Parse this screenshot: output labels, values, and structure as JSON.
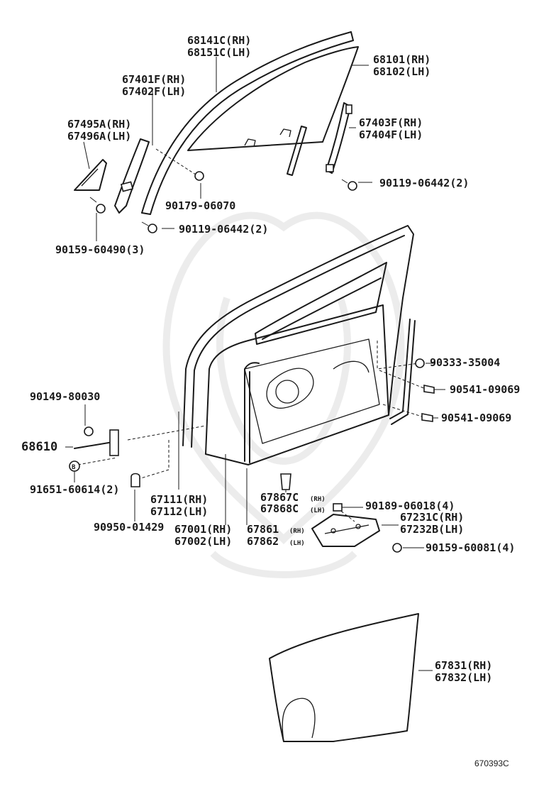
{
  "labels": {
    "l68141C": "68141C(RH)",
    "l68151C": "68151C(LH)",
    "l68101": "68101(RH)",
    "l68102": "68102(LH)",
    "l67401F": "67401F(RH)",
    "l67402F": "67402F(LH)",
    "l67495A": "67495A(RH)",
    "l67496A": "67496A(LH)",
    "l67403F": "67403F(RH)",
    "l67404F": "67404F(LH)",
    "l9011906442a": "90119-06442(2)",
    "l9017906070": "90179-06070",
    "l9011906442b": "90119-06442(2)",
    "l9015960490": "90159-60490(3)",
    "l9033335004": "90333-35004",
    "l9054109069a": "90541-09069",
    "l9054109069b": "90541-09069",
    "l9014980030": "90149-80030",
    "l68610": "68610",
    "lB": "B",
    "l9165160614": "91651-60614(2)",
    "l67111": "67111(RH)",
    "l67112": "67112(LH)",
    "l9095001429": "90950-01429",
    "l67001": "67001(RH)",
    "l67002": "67002(LH)",
    "l67861": "67861",
    "l67861s": "(RH)",
    "l67862": "67862",
    "l67862s": "(LH)",
    "l67867C": "67867C",
    "l67867Cs": "(RH)",
    "l67868C": "67868C",
    "l67868Cs": "(LH)",
    "l9018906018": "90189-06018(4)",
    "l67231C": "67231C(RH)",
    "l67232B": "67232B(LH)",
    "l9015960081": "90159-60081(4)",
    "l67831": "67831(RH)",
    "l67832": "67832(LH)",
    "ref": "670393C"
  }
}
